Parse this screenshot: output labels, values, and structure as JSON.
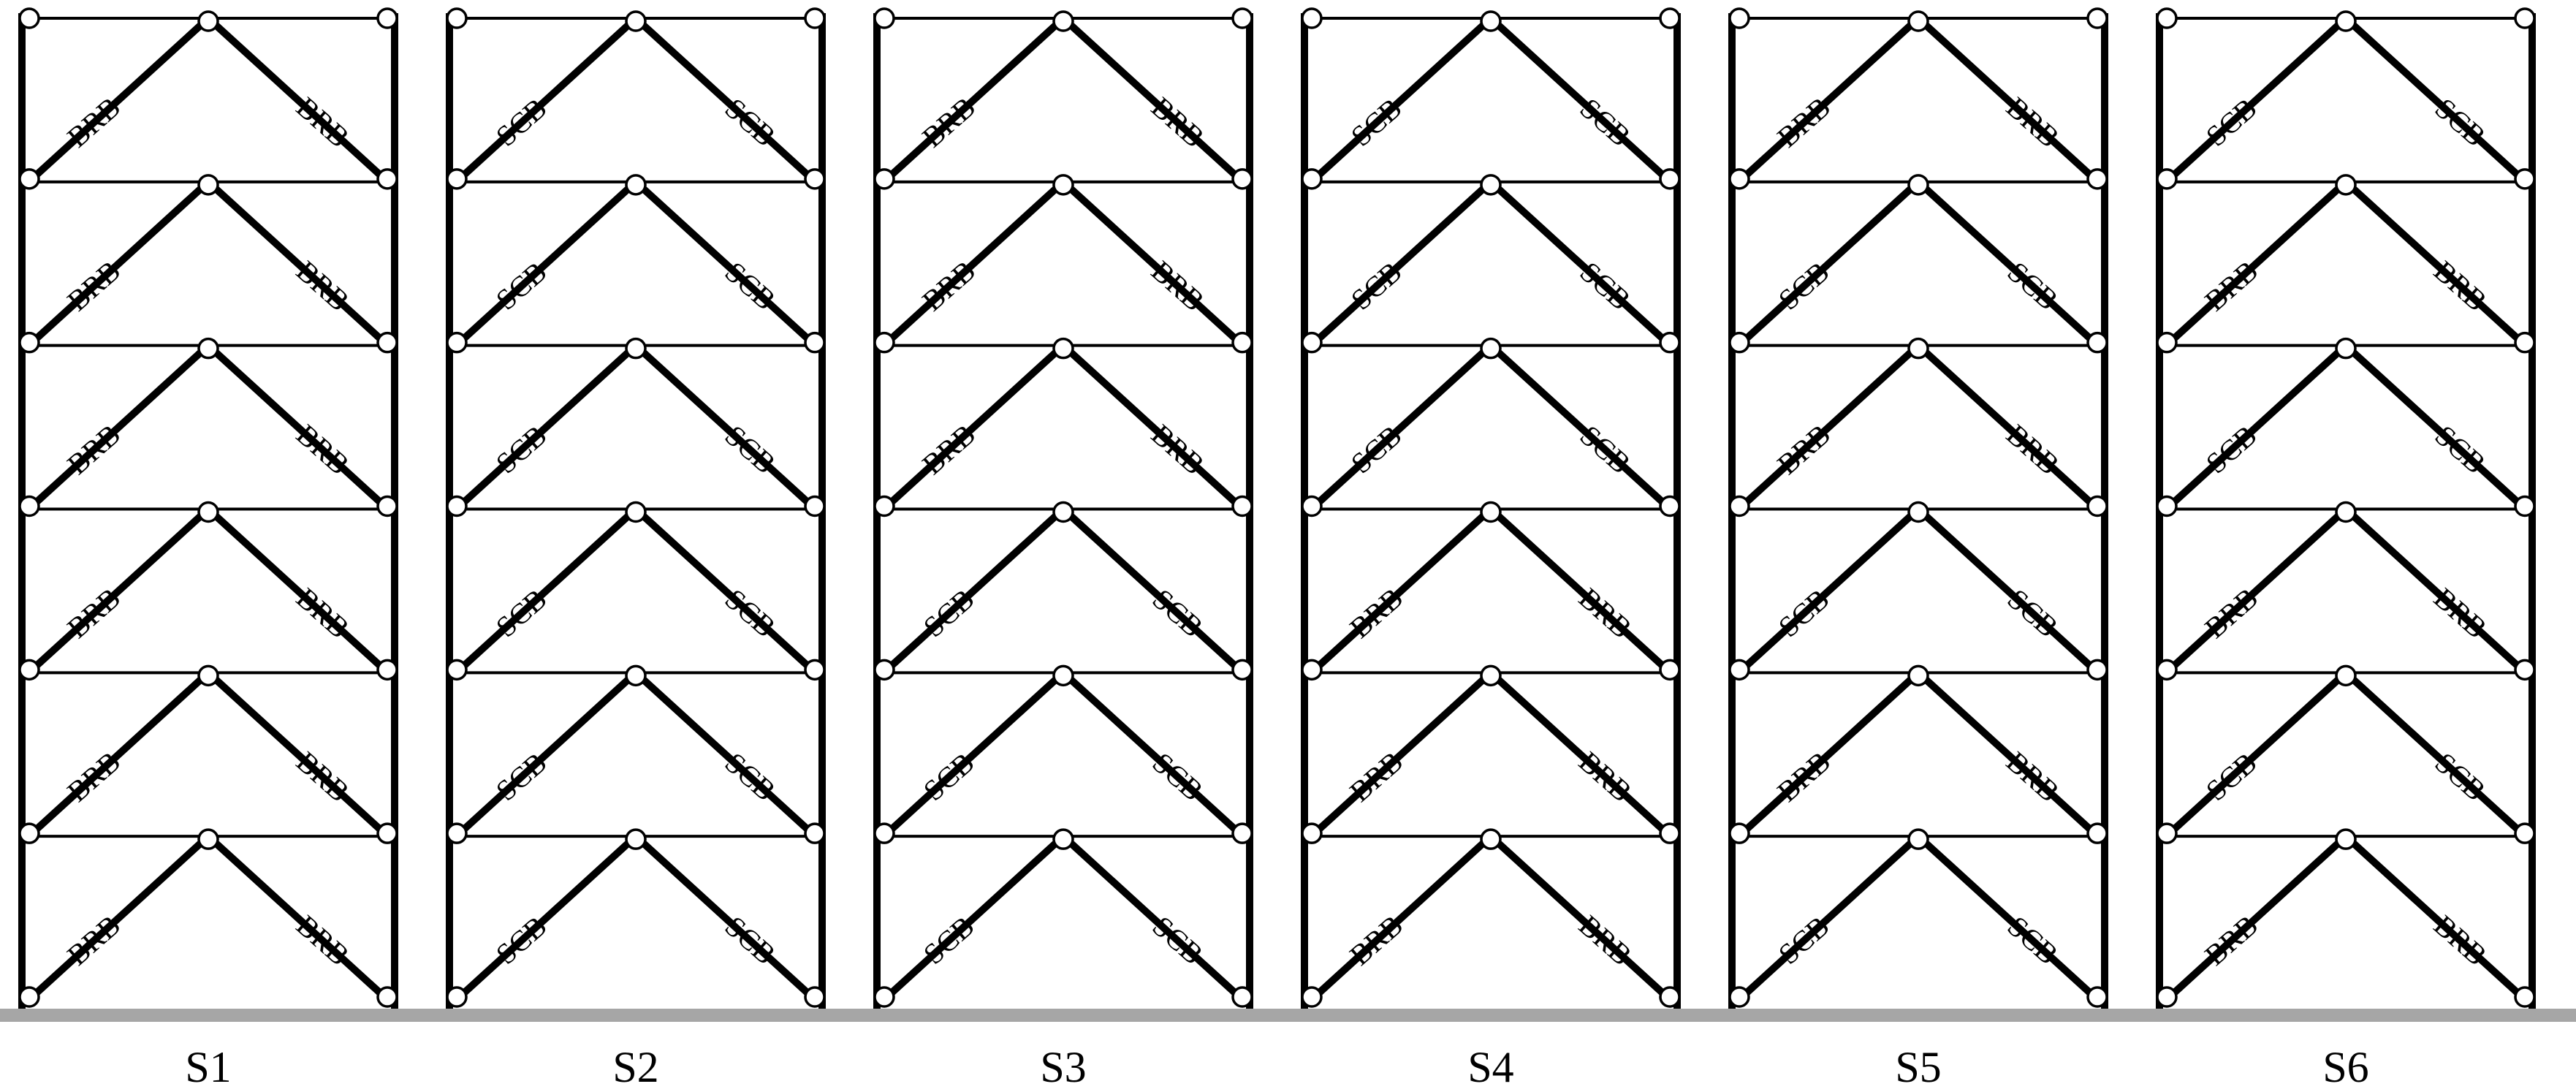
{
  "diagram": {
    "frames": [
      {
        "label": "S1",
        "stories": [
          "BRB",
          "BRB",
          "BRB",
          "BRB",
          "BRB",
          "BRB"
        ]
      },
      {
        "label": "S2",
        "stories": [
          "SCB",
          "SCB",
          "SCB",
          "SCB",
          "SCB",
          "SCB"
        ]
      },
      {
        "label": "S3",
        "stories": [
          "BRB",
          "BRB",
          "BRB",
          "SCB",
          "SCB",
          "SCB"
        ]
      },
      {
        "label": "S4",
        "stories": [
          "SCB",
          "SCB",
          "SCB",
          "BRB",
          "BRB",
          "BRB"
        ]
      },
      {
        "label": "S5",
        "stories": [
          "BRB",
          "SCB",
          "BRB",
          "SCB",
          "BRB",
          "SCB"
        ]
      },
      {
        "label": "S6",
        "stories": [
          "SCB",
          "BRB",
          "SCB",
          "BRB",
          "SCB",
          "BRB"
        ]
      }
    ],
    "colors": {
      "line": "#000000",
      "joint_fill": "#ffffff",
      "ground": "#a6a6a6"
    }
  }
}
